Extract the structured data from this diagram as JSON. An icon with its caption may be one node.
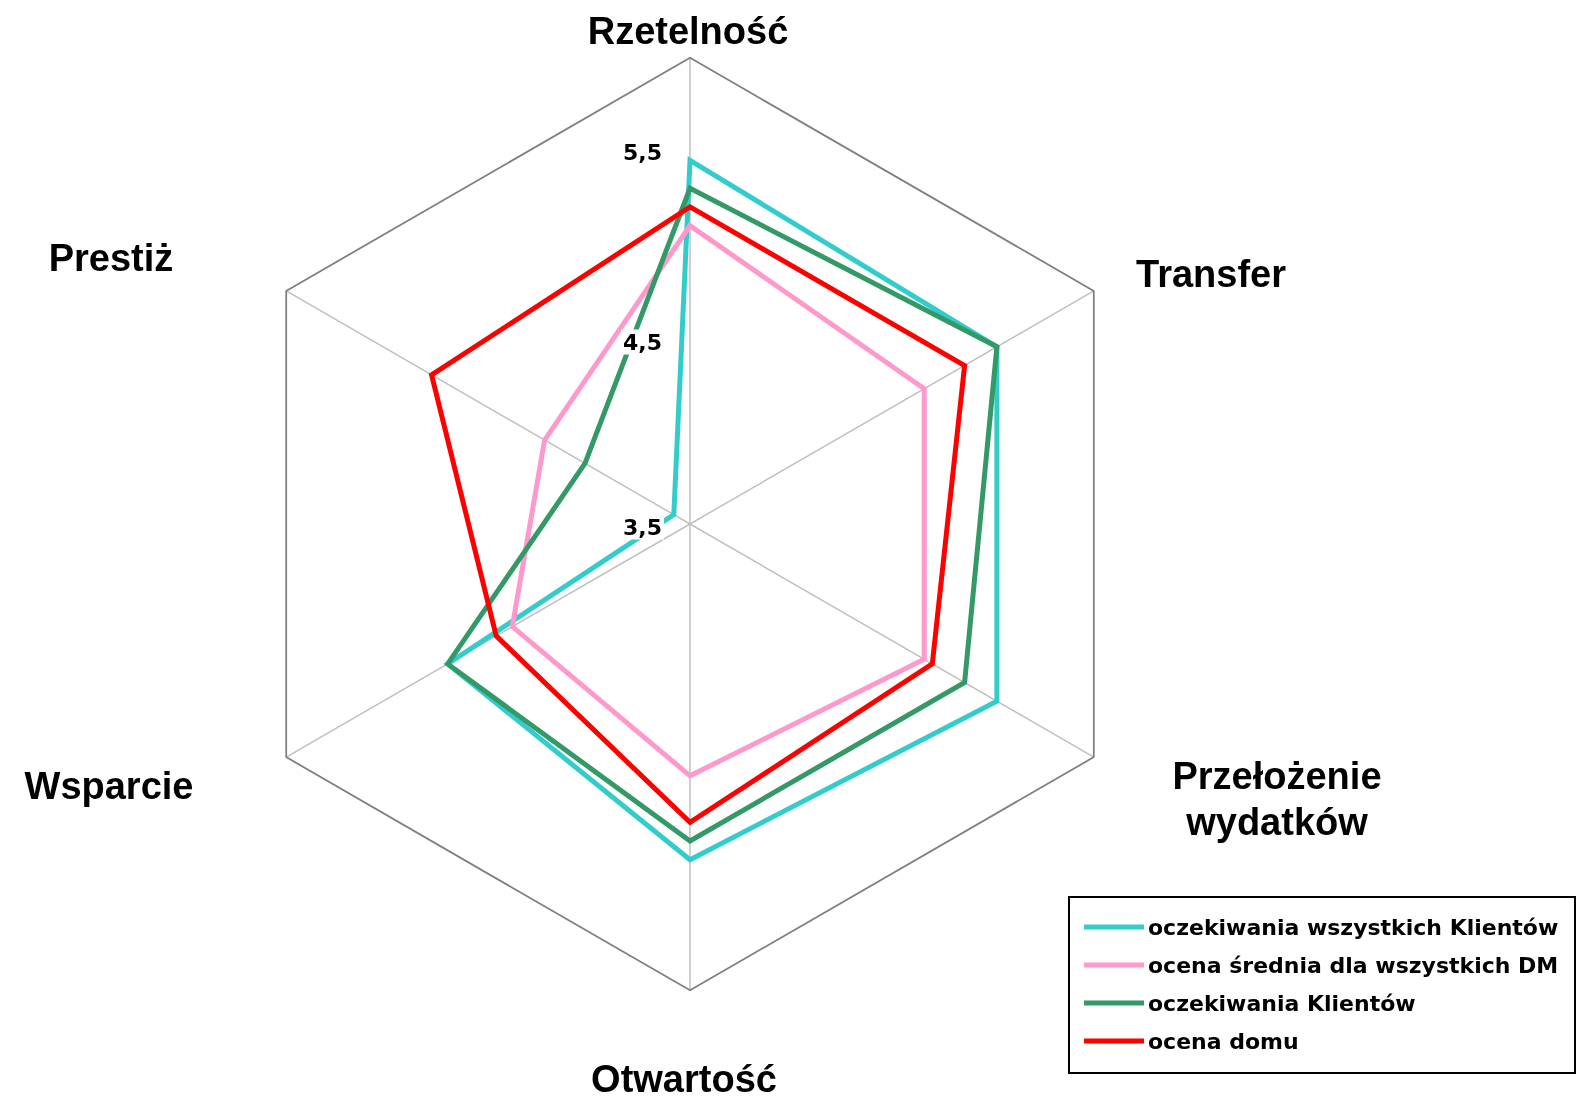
{
  "diagram": {
    "labels": [
      "Rzetelność",
      "5,5",
      "Prestiż",
      "Transfer",
      "4,5",
      "3,5",
      "Wsparcie",
      "Przełożenie wydatków",
      "Otwartość"
    ],
    "legend": [
      {
        "text": "oczekiwania wszystkich Klientów",
        "color": "#33cccc"
      },
      {
        "text": "ocena średnia dla wszystkich DM",
        "color": "#ff99cc"
      },
      {
        "text": "oczekiwania Klientów",
        "color": "#339966"
      },
      {
        "text": "ocena domu",
        "color": "#ff0000"
      }
    ]
  }
}
